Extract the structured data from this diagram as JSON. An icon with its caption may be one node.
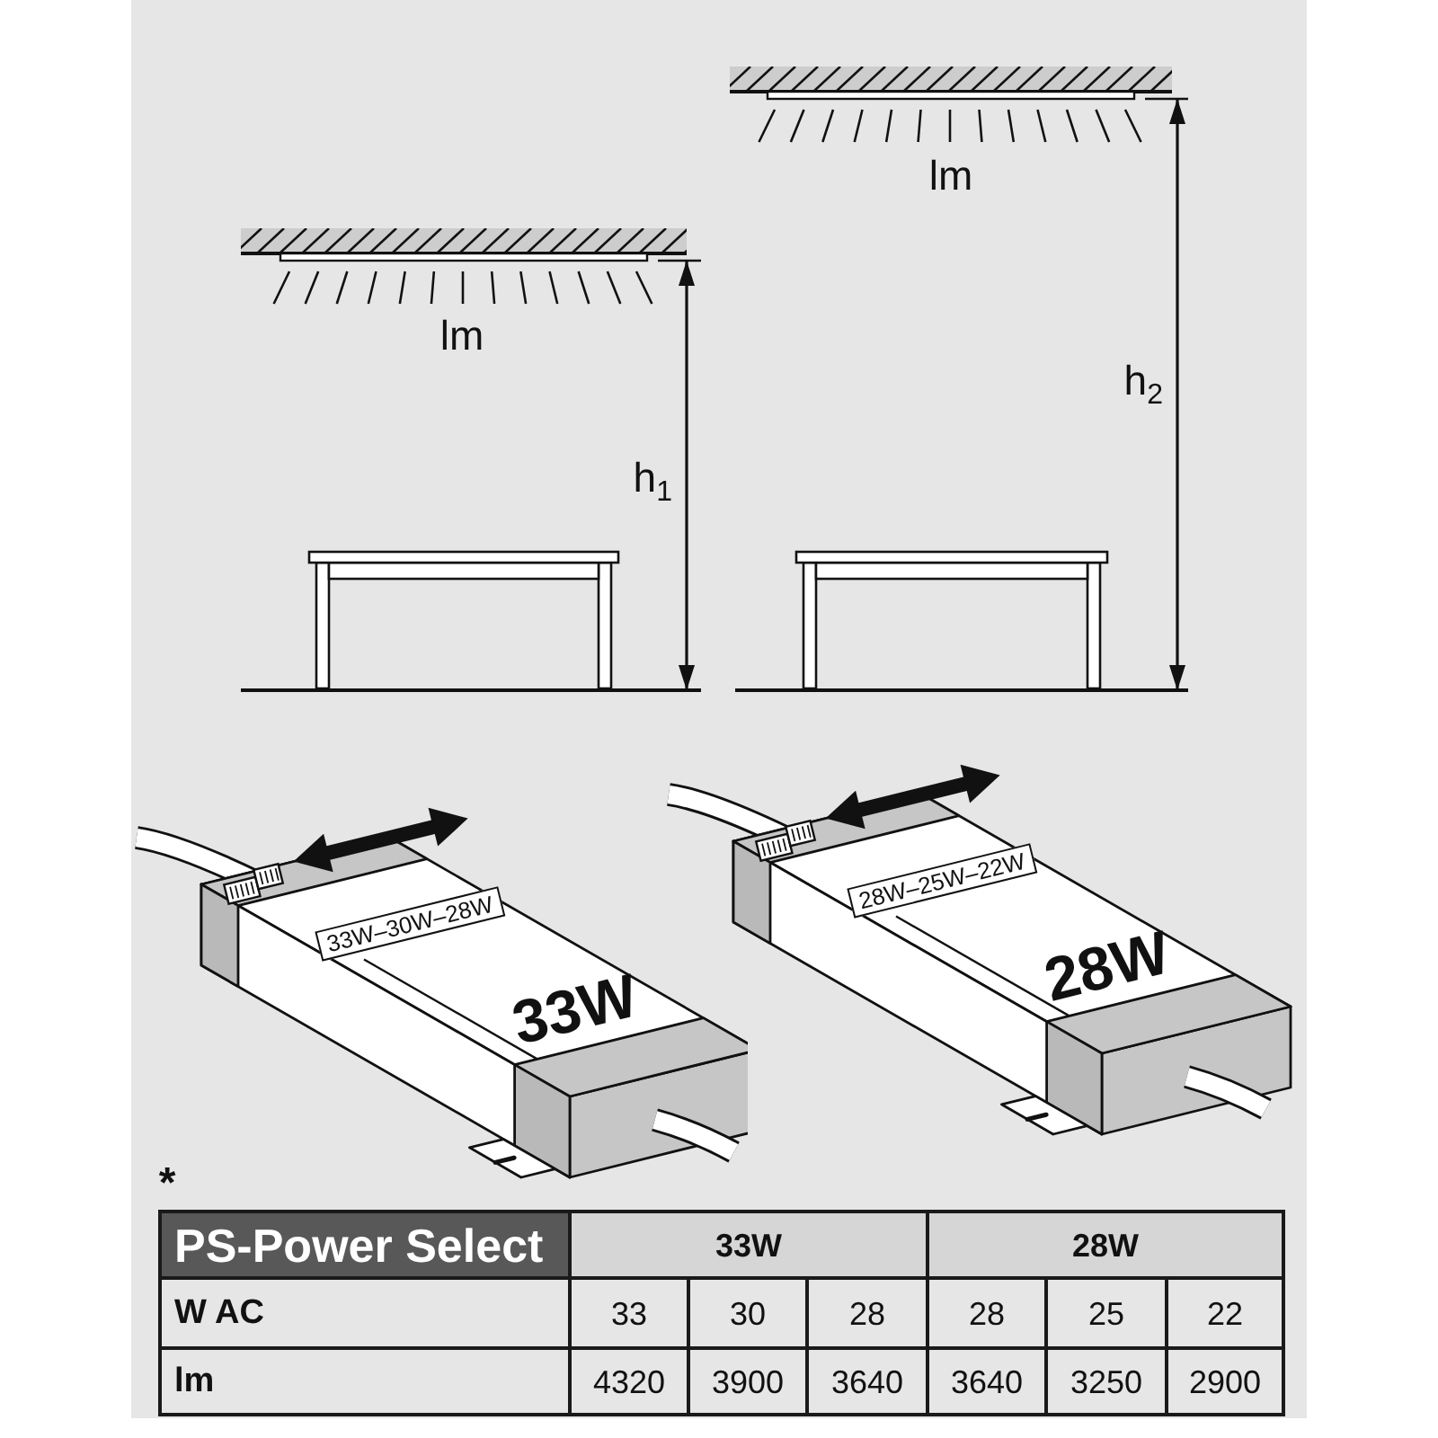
{
  "diagram": {
    "nodes": [
      {
        "text": [
          "33W–30W–28W",
          "33W"
        ]
      },
      {
        "text": [
          "28W–25W–22W",
          "28W"
        ]
      }
    ],
    "labels": [
      "lm",
      "h$_{1}$",
      "lm",
      "h$_{2}$",
      "*",
      "PS-Power Select",
      "33W",
      "28W",
      "W AC",
      "33",
      "30",
      "28",
      "28",
      "25",
      "22",
      "lm",
      "4320",
      "3900",
      "3640",
      "3640",
      "3250",
      "2900"
    ]
  }
}
